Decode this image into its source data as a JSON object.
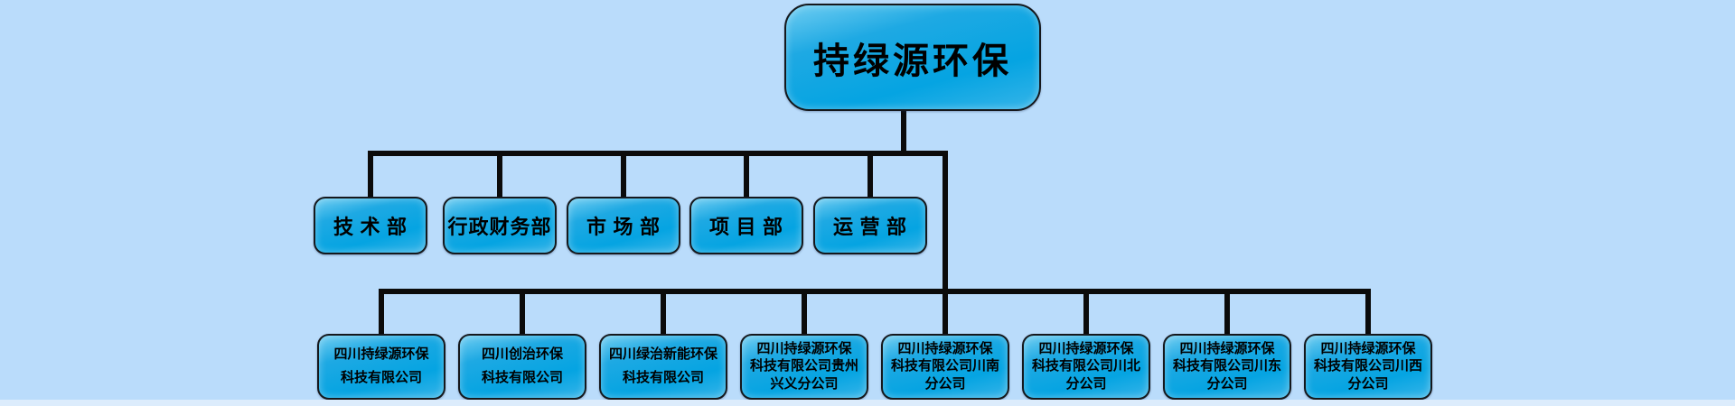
{
  "page": {
    "background_color": "#badcfb",
    "footer_strip_color": "#dcecfc"
  },
  "chart": {
    "type": "org-chart",
    "colors": {
      "node_fill": "#0aa5e2",
      "node_highlight": "#6fcdf2",
      "node_border": "#15181c",
      "connector": "#0b0b0b",
      "text": "#000000"
    },
    "root": {
      "label": "持绿源环保"
    },
    "departments": [
      {
        "label": "技 术 部"
      },
      {
        "label": "行政财务部"
      },
      {
        "label": "市 场 部"
      },
      {
        "label": "项 目 部"
      },
      {
        "label": "运 营 部"
      }
    ],
    "subsidiaries": [
      {
        "lines": [
          "四川持绿源环保",
          "科技有限公司"
        ]
      },
      {
        "lines": [
          "四川创治环保",
          "科技有限公司"
        ]
      },
      {
        "lines": [
          "四川绿治新能环保",
          "科技有限公司"
        ]
      },
      {
        "lines": [
          "四川持绿源环保",
          "科技有限公司贵州",
          "兴义分公司"
        ]
      },
      {
        "lines": [
          "四川持绿源环保",
          "科技有限公司川南",
          "分公司"
        ]
      },
      {
        "lines": [
          "四川持绿源环保",
          "科技有限公司川北",
          "分公司"
        ]
      },
      {
        "lines": [
          "四川持绿源环保",
          "科技有限公司川东",
          "分公司"
        ]
      },
      {
        "lines": [
          "四川持绿源环保",
          "科技有限公司川西",
          "分公司"
        ]
      }
    ]
  }
}
